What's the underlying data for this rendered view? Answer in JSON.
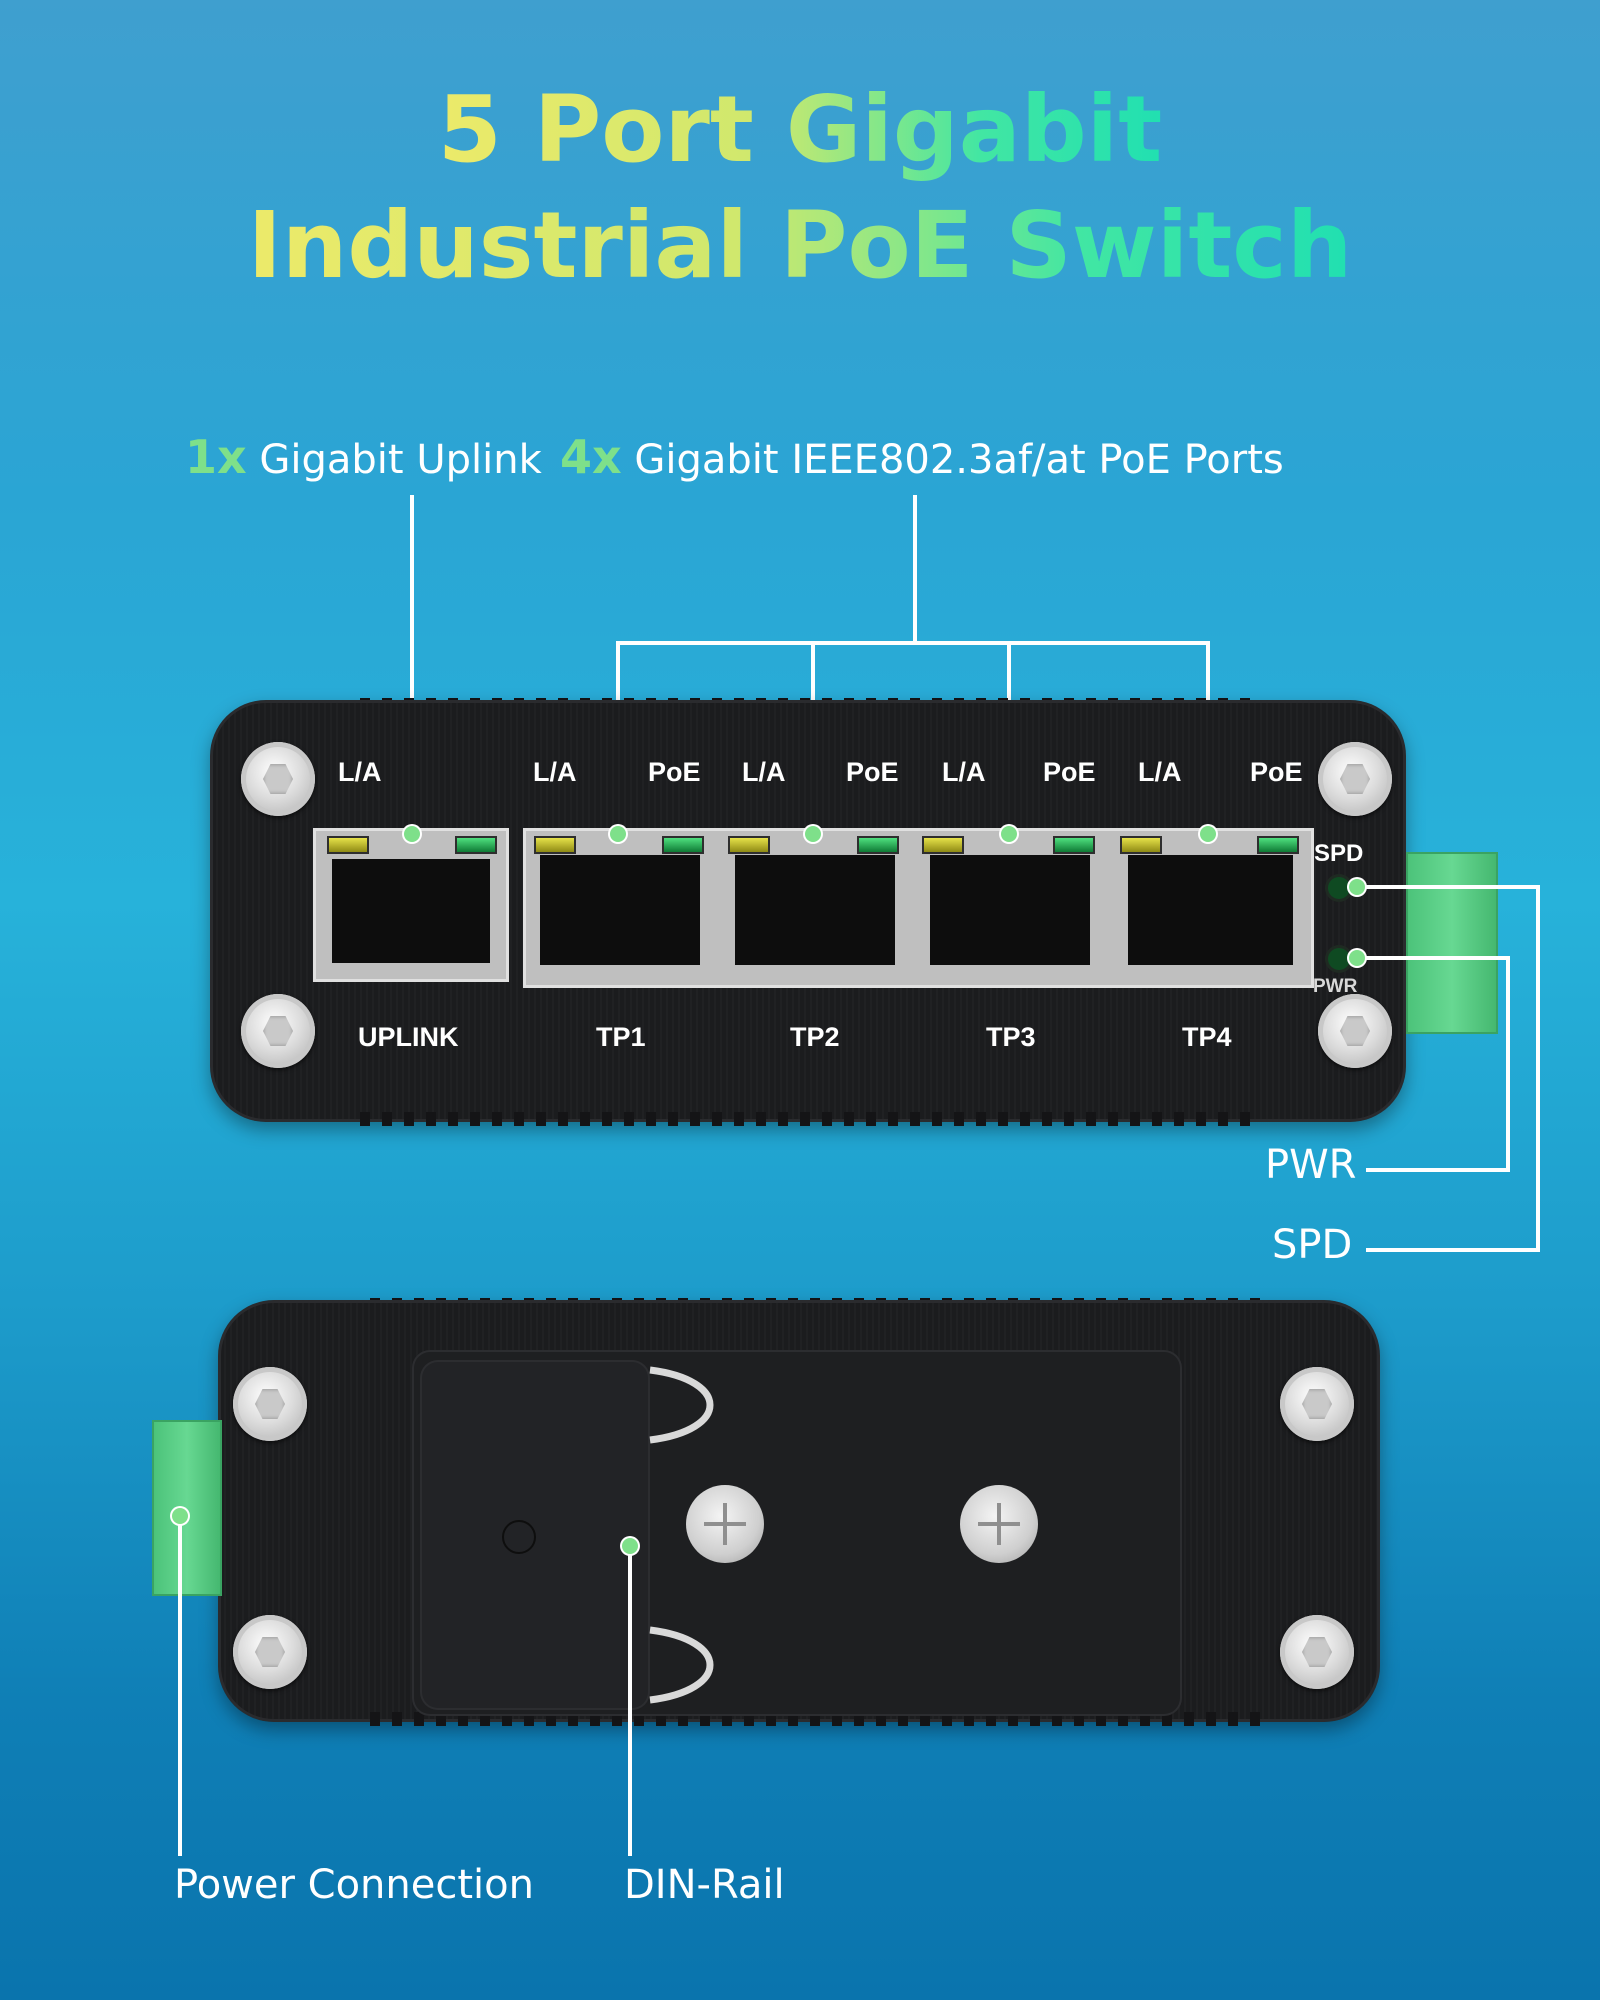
{
  "title": {
    "line1": "5 Port Gigabit",
    "line2": "Industrial PoE Switch"
  },
  "callouts": {
    "uplink_qty": "1x",
    "uplink_text": "Gigabit Uplink",
    "poe_qty": "4x",
    "poe_text": "Gigabit IEEE802.3af/at PoE Ports",
    "pwr": "PWR",
    "spd": "SPD",
    "power_connection": "Power Connection",
    "din_rail": "DIN-Rail"
  },
  "front_panel": {
    "top_labels": [
      "L/A",
      "L/A",
      "PoE",
      "L/A",
      "PoE",
      "L/A",
      "PoE",
      "L/A",
      "PoE"
    ],
    "bottom_labels": [
      "UPLINK",
      "TP1",
      "TP2",
      "TP3",
      "TP4"
    ],
    "spd_label": "SPD",
    "pwr_label": "PWR"
  },
  "colors": {
    "accent_green": "#7ee08a",
    "title_yellow": "#ecea6a",
    "title_green": "#21e0b1"
  }
}
